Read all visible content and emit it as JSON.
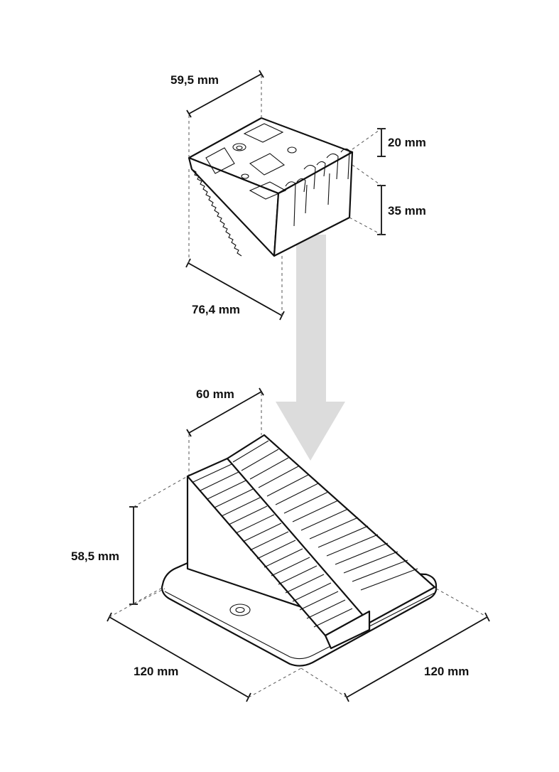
{
  "diagram": {
    "top_part": {
      "width_label": "59,5 mm",
      "depth_label": "76,4 mm",
      "upper_height_label": "20 mm",
      "lower_height_label": "35 mm"
    },
    "base_part": {
      "top_width_label": "60 mm",
      "height_label": "58,5 mm",
      "left_length_label": "120 mm",
      "right_length_label": "120 mm"
    },
    "arrow_color": "#dcdcdc",
    "line_color": "#111111"
  }
}
